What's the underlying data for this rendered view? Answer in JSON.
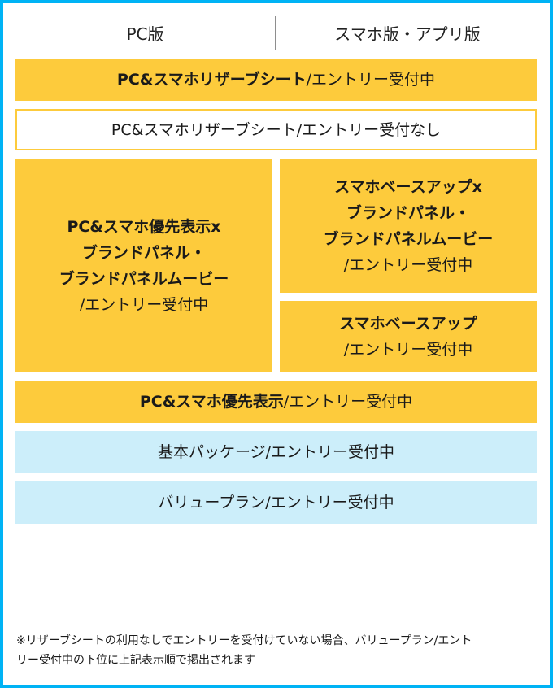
{
  "tabs": {
    "pc": "PC版",
    "smartphone": "スマホ版・アプリ版"
  },
  "colors": {
    "frame_border": "#00b3f5",
    "yellow": "#fdcb3c",
    "light_blue": "#cceefa",
    "divider": "#8e8e8e"
  },
  "rows": {
    "reserve_seat": {
      "bold": "PC&スマホリザーブシート",
      "normal": "/エントリー受付中"
    },
    "reserve_seat_no_entry": {
      "normal": "PC&スマホリザーブシート/エントリー受付なし"
    },
    "priority_brand_panel": {
      "lines_bold": [
        "PC&スマホ優先表示x",
        "ブランドパネル・",
        "ブランドパネルムービー"
      ],
      "status": "/エントリー受付中"
    },
    "base_up_brand_panel": {
      "lines_bold": [
        "スマホベースアップx",
        "ブランドパネル・",
        "ブランドパネルムービー"
      ],
      "status": "/エントリー受付中"
    },
    "base_up": {
      "lines_bold": [
        "スマホベースアップ"
      ],
      "status": "/エントリー受付中"
    },
    "priority": {
      "bold": "PC&スマホ優先表示",
      "normal": "/エントリー受付中"
    },
    "basic_package": {
      "normal": "基本パッケージ/エントリー受付中"
    },
    "value_plan": {
      "normal": "バリュープラン/エントリー受付中"
    }
  },
  "note": {
    "line1": "※リザーブシートの利用なしでエントリーを受付けていない場合、バリュープラン/エント",
    "line2": "リー受付中の下位に上記表示順で掲出されます"
  }
}
